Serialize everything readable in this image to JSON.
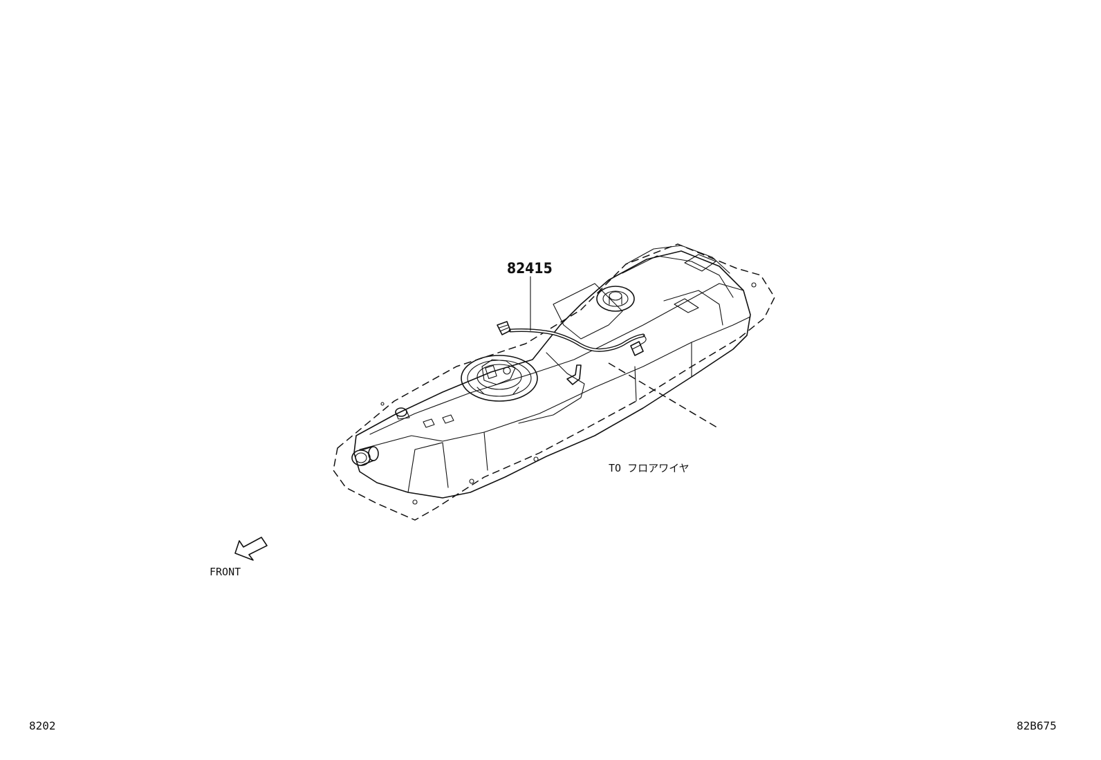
{
  "diagram": {
    "part_number": "82415",
    "connector_note": "TO フロアワイヤ",
    "direction_label": "FRONT",
    "page_code": "8202",
    "illustration_code": "82B675"
  },
  "icons": {
    "direction": "front-arrow-icon"
  }
}
